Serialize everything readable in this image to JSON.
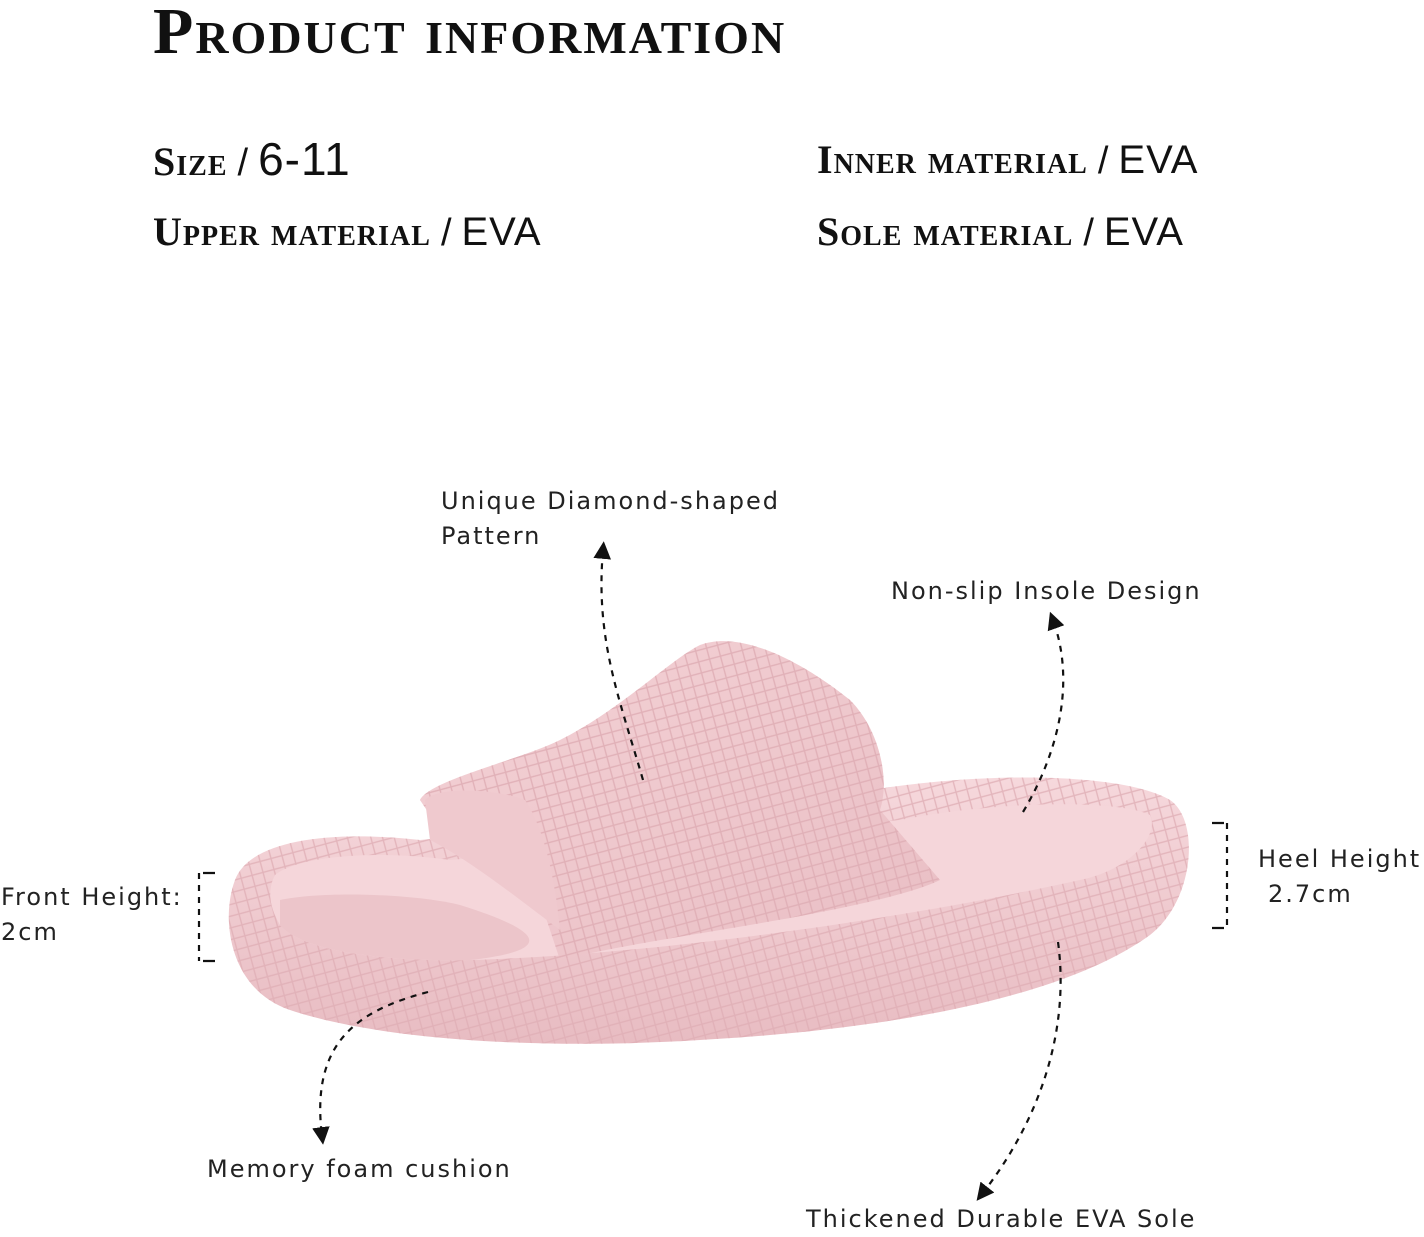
{
  "title": "Product information",
  "specs": {
    "size": {
      "label": "Size",
      "separator": "/",
      "value": "6-11"
    },
    "upper": {
      "label": "Upper material",
      "separator": "/",
      "value": "EVA"
    },
    "inner": {
      "label": "Inner material",
      "separator": "/",
      "value": "EVA"
    },
    "sole": {
      "label": "Sole material",
      "separator": "/",
      "value": "EVA"
    }
  },
  "callouts": {
    "pattern": {
      "line1": "Unique Diamond-shaped",
      "line2": "Pattern"
    },
    "insole": "Non-slip Insole Design",
    "front": {
      "line1": "Front Height:",
      "line2": "2cm"
    },
    "heel": {
      "line1": "Heel Height:",
      "line2": "2.7cm"
    },
    "cushion": "Memory foam cushion",
    "sole": "Thickened Durable EVA Sole"
  },
  "colors": {
    "slide": "#f2cfd3",
    "slide_shadow": "#e3b4ba",
    "text": "#111111"
  }
}
